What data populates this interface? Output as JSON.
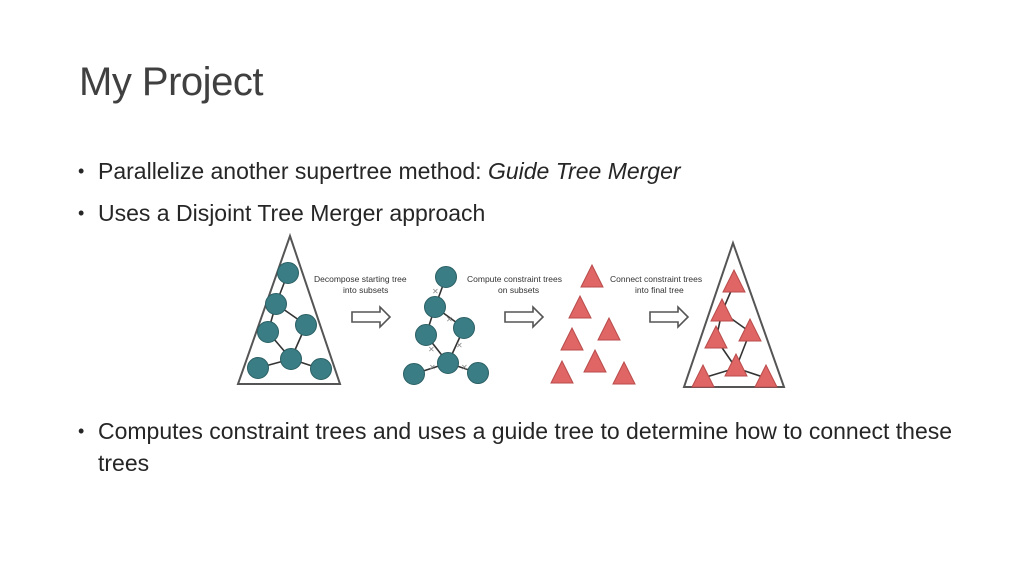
{
  "slide": {
    "title": "My Project",
    "bullets": [
      {
        "text_plain": "Parallelize another supertree method: ",
        "text_italic": "Guide Tree Merger"
      },
      {
        "text_plain": "Uses a Disjoint Tree Merger approach"
      }
    ],
    "bottom_bullet": {
      "text_plain": "Computes constraint trees and uses a guide tree to determine how to connect these trees"
    },
    "bullet_glyph": "•"
  },
  "diagram": {
    "steps": [
      {
        "line1": "Decompose starting tree",
        "line2": "into subsets"
      },
      {
        "line1": "Compute constraint trees",
        "line2": "on subsets"
      },
      {
        "line1": "Connect constraint trees",
        "line2": "into final tree"
      }
    ],
    "colors": {
      "node_fill": "#3a7d84",
      "node_stroke": "#2a5f64",
      "triangle_fill": "#e06666",
      "triangle_stroke": "#b94a4a",
      "outline": "#555555",
      "arrow": "#555555"
    }
  }
}
